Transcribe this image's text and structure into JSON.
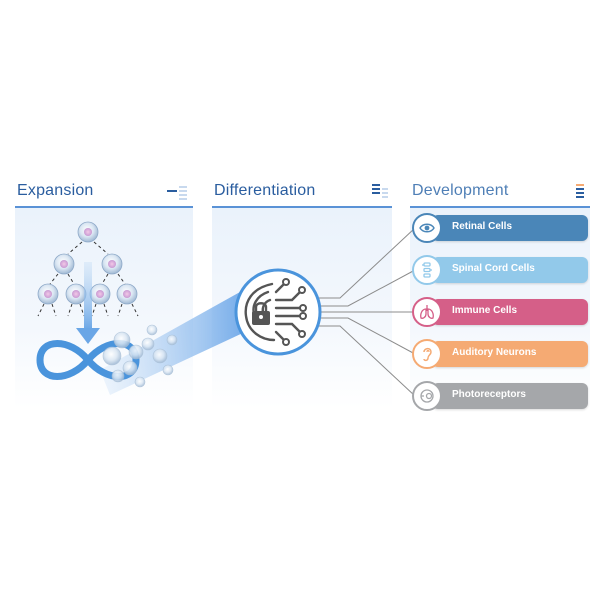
{
  "panels": {
    "expansion": {
      "title": "Expansion"
    },
    "differentiation": {
      "title": "Differentiation"
    },
    "development": {
      "title": "Development"
    }
  },
  "cells": [
    {
      "label": "Retinal Cells",
      "color": "#4a86b8",
      "icon": "eye-icon"
    },
    {
      "label": "Spinal Cord Cells",
      "color": "#92c9ea",
      "icon": "spine-icon"
    },
    {
      "label": "Immune Cells",
      "color": "#d55f88",
      "icon": "lungs-icon"
    },
    {
      "label": "Auditory Neurons",
      "color": "#f5aa73",
      "icon": "ear-icon"
    },
    {
      "label": "Photoreceptors",
      "color": "#a5a7aa",
      "icon": "eye-side-icon"
    }
  ],
  "colors": {
    "accent": "#2a5d9f",
    "rule": "#5a92d6",
    "infinity": "#4a94dc",
    "hub_ring": "#4a94dc"
  }
}
